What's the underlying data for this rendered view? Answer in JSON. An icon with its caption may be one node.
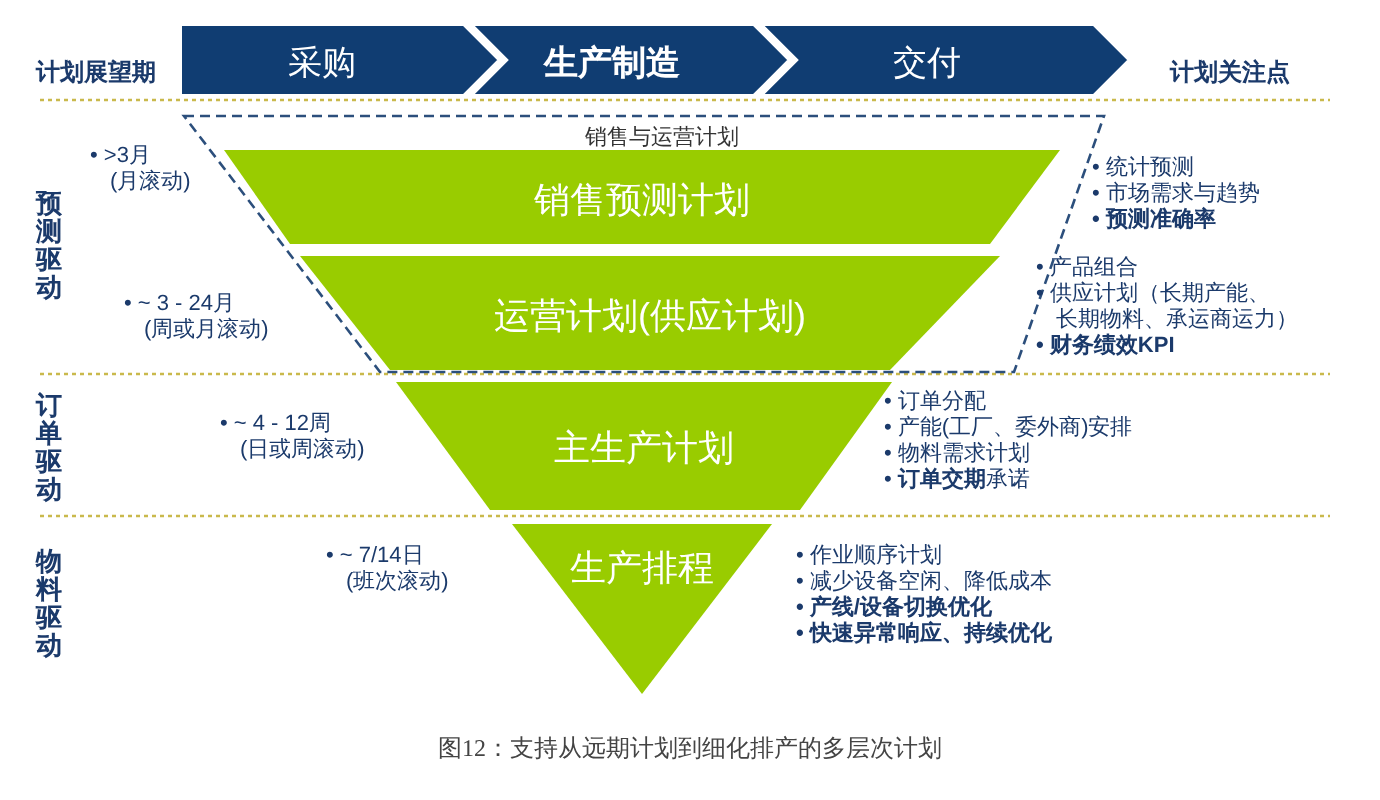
{
  "diagram": {
    "caption": "图12：支持从远期计划到细化排产的多层次计划",
    "nodes": [
      {
        "text": [
          "采购"
        ]
      },
      {
        "text": [
          "生产制造"
        ]
      },
      {
        "text": [
          "交付"
        ]
      },
      {
        "text": [
          "销售与运营计划"
        ]
      },
      {
        "text": [
          "销售预测计划"
        ],
        "in": 3
      },
      {
        "text": [
          "运营计划(供应计划)"
        ],
        "in": 3
      },
      {
        "text": [
          "主生产计划"
        ]
      },
      {
        "text": [
          "生产排程"
        ]
      }
    ],
    "edges": [],
    "labels": [
      "计划展望期",
      "计划关注点",
      "预测驱动",
      "• >3月 (月滚动)",
      "• 统计预测",
      "• 市场需求与趋势",
      "• 预测准确率",
      "• ~ 3 - 24月 (周或月滚动)",
      "• 产品组合",
      "• 供应计划（长期产能、长期物料、承运商运力）",
      "• 财务绩效KPI",
      "订单驱动",
      "• ~ 4 - 12周 (日或周滚动)",
      "• 订单分配",
      "• 产能(工厂、委外商)安排",
      "• 物料需求计划",
      "• **订单交期**承诺",
      "物料驱动",
      "• ~ 7/14日 (班次滚动)",
      "• 作业顺序计划",
      "• 减少设备空闲、降低成本",
      "• 产线/设备切换优化",
      "• 快速异常响应、持续优化"
    ]
  }
}
